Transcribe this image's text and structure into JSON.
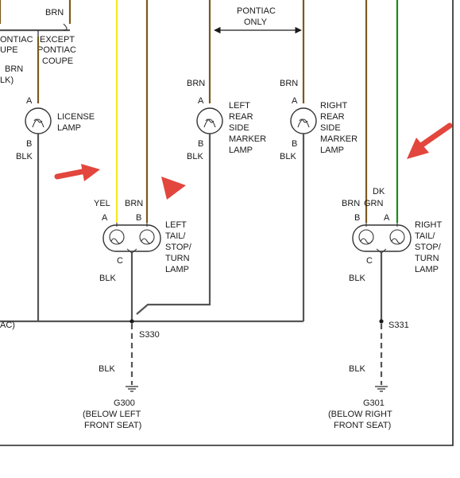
{
  "colors": {
    "brown_wire": "#7a5a1e",
    "yellow_wire": "#f2ec1a",
    "green_wire": "#1a8a1a",
    "black_wire": "#555555",
    "arrow": "#e2463d"
  },
  "top": {
    "brn_label": "BRN",
    "pontiac_line1": "PONTIAC",
    "pontiac_line2": "ONLY",
    "pontiac_coupe_1": "ONTIAC",
    "pontiac_coupe_2": "UPE",
    "except_line1": "EXCEPT",
    "except_line2": "PONTIAC",
    "except_line3": "COUPE",
    "left_brn": "BRN",
    "left_lk": "LK)"
  },
  "license_lamp": {
    "name_line1": "LICENSE",
    "name_line2": "LAMP",
    "pin_a": "A",
    "pin_b": "B",
    "wire_b": "BLK"
  },
  "left_marker": {
    "wire_top": "BRN",
    "pin_a": "A",
    "pin_b": "B",
    "wire_b": "BLK",
    "name_line1": "LEFT",
    "name_line2": "REAR",
    "name_line3": "SIDE",
    "name_line4": "MARKER",
    "name_line5": "LAMP"
  },
  "right_marker": {
    "wire_top": "BRN",
    "pin_a": "A",
    "pin_b": "B",
    "wire_b": "BLK",
    "name_line1": "RIGHT",
    "name_line2": "REAR",
    "name_line3": "SIDE",
    "name_line4": "MARKER",
    "name_line5": "LAMP"
  },
  "left_tail": {
    "wire_a": "YEL",
    "wire_b": "BRN",
    "pin_a": "A",
    "pin_b": "B",
    "pin_c": "C",
    "wire_c": "BLK",
    "name_line1": "LEFT",
    "name_line2": "TAIL/",
    "name_line3": "STOP/",
    "name_line4": "TURN",
    "name_line5": "LAMP"
  },
  "right_tail": {
    "wire_b": "BRN",
    "wire_a_line1": "DK",
    "wire_a_line2": "GRN",
    "pin_a": "A",
    "pin_b": "B",
    "pin_c": "C",
    "wire_c": "BLK",
    "name_line1": "RIGHT",
    "name_line2": "TAIL/",
    "name_line3": "STOP/",
    "name_line4": "TURN",
    "name_line5": "LAMP"
  },
  "splices": {
    "s330": "S330",
    "s331": "S331",
    "left_edge": "AC)"
  },
  "grounds": {
    "g300_wire": "BLK",
    "g300": "G300",
    "g300_loc1": "(BELOW LEFT",
    "g300_loc2": "FRONT SEAT)",
    "g301_wire": "BLK",
    "g301": "G301",
    "g301_loc1": "(BELOW RIGHT",
    "g301_loc2": "FRONT SEAT)"
  }
}
